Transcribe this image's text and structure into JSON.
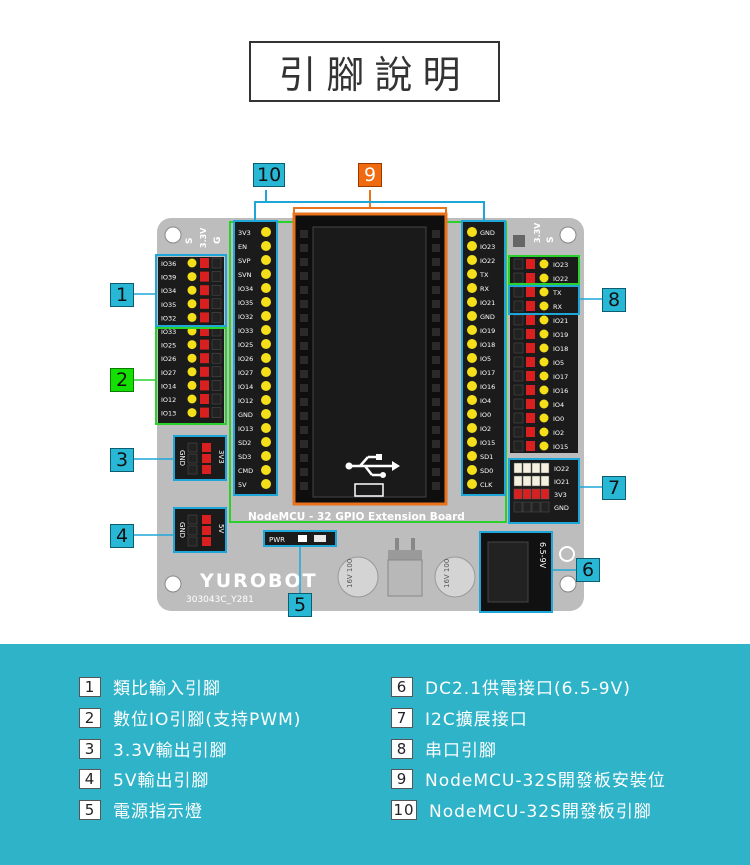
{
  "title": "引腳說明",
  "board": {
    "silk_title": "NodeMCU - 32 GPIO Extension Board",
    "brand": "YUROBOT",
    "code": "303043C_Y281",
    "left_pins": [
      "IO36",
      "IO39",
      "IO34",
      "IO35",
      "IO32",
      "IO33",
      "IO25",
      "IO26",
      "IO27",
      "IO14",
      "IO12",
      "IO13"
    ],
    "header_left": [
      "3V3",
      "EN",
      "SVP",
      "SVN",
      "IO34",
      "IO35",
      "IO32",
      "IO33",
      "IO25",
      "IO26",
      "IO27",
      "IO14",
      "IO12",
      "GND",
      "IO13",
      "SD2",
      "SD3",
      "CMD",
      "5V"
    ],
    "header_right": [
      "GND",
      "IO23",
      "IO22",
      "TX",
      "RX",
      "IO21",
      "GND",
      "IO19",
      "IO18",
      "IO5",
      "IO17",
      "IO16",
      "IO4",
      "IO0",
      "IO2",
      "IO15",
      "SD1",
      "SD0",
      "CLK"
    ],
    "right_pins": [
      "IO23",
      "IO22",
      "TX",
      "RX",
      "IO21",
      "IO19",
      "IO18",
      "IO5",
      "IO17",
      "IO16",
      "IO4",
      "IO0",
      "IO2",
      "IO15"
    ],
    "i2c_pins": [
      "IO22",
      "IO21",
      "3V3",
      "GND"
    ],
    "v33_label": "3V3",
    "v5_label": "5V",
    "gnd_label": "GND",
    "pwr_label": "PWR",
    "col_labels": [
      "S",
      "3.3V",
      "G"
    ],
    "cap_label": "16V 100",
    "dc_label": "6.5-9V"
  },
  "callouts": [
    "1",
    "2",
    "3",
    "4",
    "5",
    "6",
    "7",
    "8",
    "9",
    "10"
  ],
  "legend": [
    {
      "num": "1",
      "text": "類比輸入引腳"
    },
    {
      "num": "2",
      "text": "數位IO引腳(支持PWM)"
    },
    {
      "num": "3",
      "text": "3.3V輸出引腳"
    },
    {
      "num": "4",
      "text": "5V輸出引腳"
    },
    {
      "num": "5",
      "text": "電源指示燈"
    },
    {
      "num": "6",
      "text": "DC2.1供電接口(6.5-9V)"
    },
    {
      "num": "7",
      "text": "I2C擴展接口"
    },
    {
      "num": "8",
      "text": "串口引腳"
    },
    {
      "num": "9",
      "text": "NodeMCU-32S開發板安裝位"
    },
    {
      "num": "10",
      "text": "NodeMCU-32S開發板引腳"
    }
  ],
  "colors": {
    "board": "#bdbdbd",
    "panel": "#2fb3c8",
    "callout_blue": "#29b7d6",
    "callout_green": "#13e000",
    "callout_orange": "#f06a10",
    "pin_yellow": "#f4df1a",
    "pin_red": "#d92020",
    "pin_black": "#222222",
    "outline_blue": "#1fa6d8",
    "outline_green": "#2bd12b",
    "outline_orange": "#e8731c"
  }
}
